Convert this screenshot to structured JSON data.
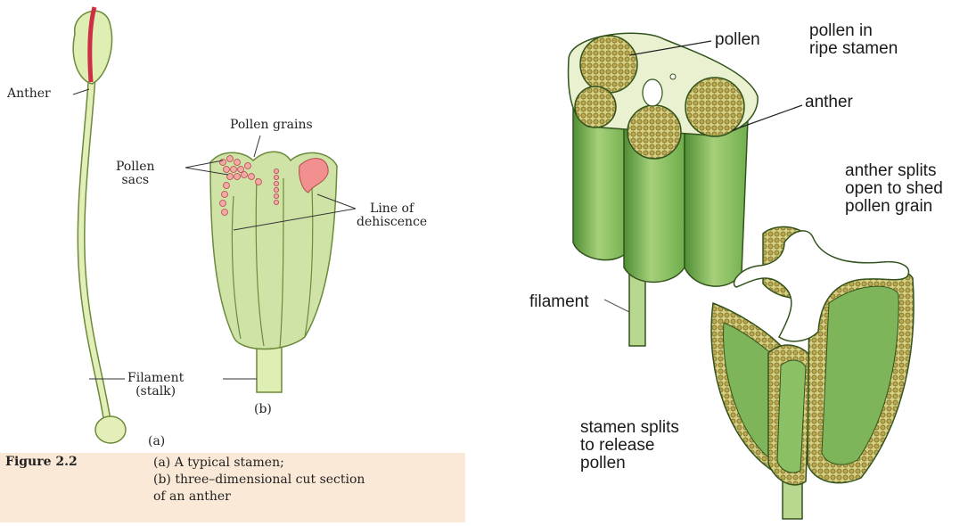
{
  "left_figure": {
    "labels": {
      "anther": "Anther",
      "pollen_grains": "Pollen grains",
      "pollen_sacs": "Pollen\nsacs",
      "line_of_dehiscence": "Line of\ndehiscence",
      "filament_stalk": "Filament\n(stalk)",
      "panel_a": "(a)",
      "panel_b": "(b)"
    },
    "caption": {
      "label": "Figure 2.2",
      "lines": "(a) A typical stamen;\n(b) three–dimensional cut section\nof an anther"
    }
  },
  "right_figure": {
    "labels": {
      "pollen": "pollen",
      "pollen_in_ripe_stamen": "pollen in\nripe stamen",
      "anther": "anther",
      "anther_splits": "anther splits\nopen to shed\npollen grain",
      "filament": "filament",
      "stamen_splits": "stamen splits\nto release\npollen"
    }
  },
  "colors": {
    "plant_green": "#cfe3a6",
    "plant_green_dark": "#5f9d3d",
    "pollen_pink": "#f28f8f",
    "caption_bg": "#fbe9d7"
  }
}
